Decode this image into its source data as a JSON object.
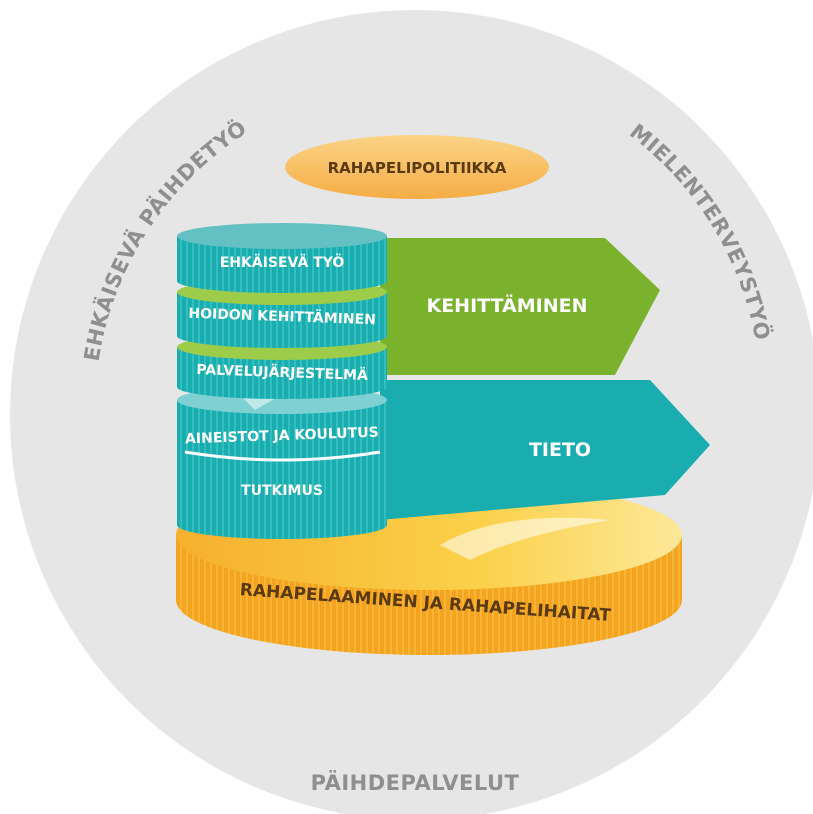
{
  "outer_ring": {
    "left_label": "EHKÄISEVÄ PÄIHDETYÖ",
    "right_label": "MIELENTERVEYSTYÖ",
    "bottom_label": "PÄIHDEPALVELUT"
  },
  "top_ellipse_label": "RAHAPELIPOLITIIKKA",
  "stack_layers": [
    "EHKÄISEVÄ TYÖ",
    "HOIDON KEHITTÄMINEN",
    "PALVELUJÄRJESTELMÄ",
    "AINEISTOT JA KOULUTUS",
    "TUTKIMUS"
  ],
  "arrows": {
    "upper": "KEHITTÄMINEN",
    "lower": "TIETO"
  },
  "base_label": "RAHAPELAAMINEN JA RAHAPELIHAITAT",
  "colors": {
    "ring": "#e6e6e6",
    "ring_text": "#8f8f8f",
    "teal": "#1aadb0",
    "green": "#7bb22d",
    "orange": "#f5a623",
    "light_orange": "#f8c060"
  }
}
